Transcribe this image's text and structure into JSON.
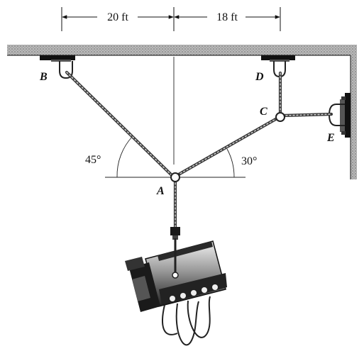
{
  "dimensions": {
    "left": "20 ft",
    "right": "18 ft"
  },
  "angles": {
    "at_a_left": "45°",
    "at_a_right": "30°"
  },
  "points": {
    "a": "A",
    "b": "B",
    "c": "C",
    "d": "D",
    "e": "E"
  },
  "colors": {
    "ceiling": "#8a8a8a",
    "rope": "#3a3a3a",
    "lamp_dark": "#1a1a1a"
  }
}
